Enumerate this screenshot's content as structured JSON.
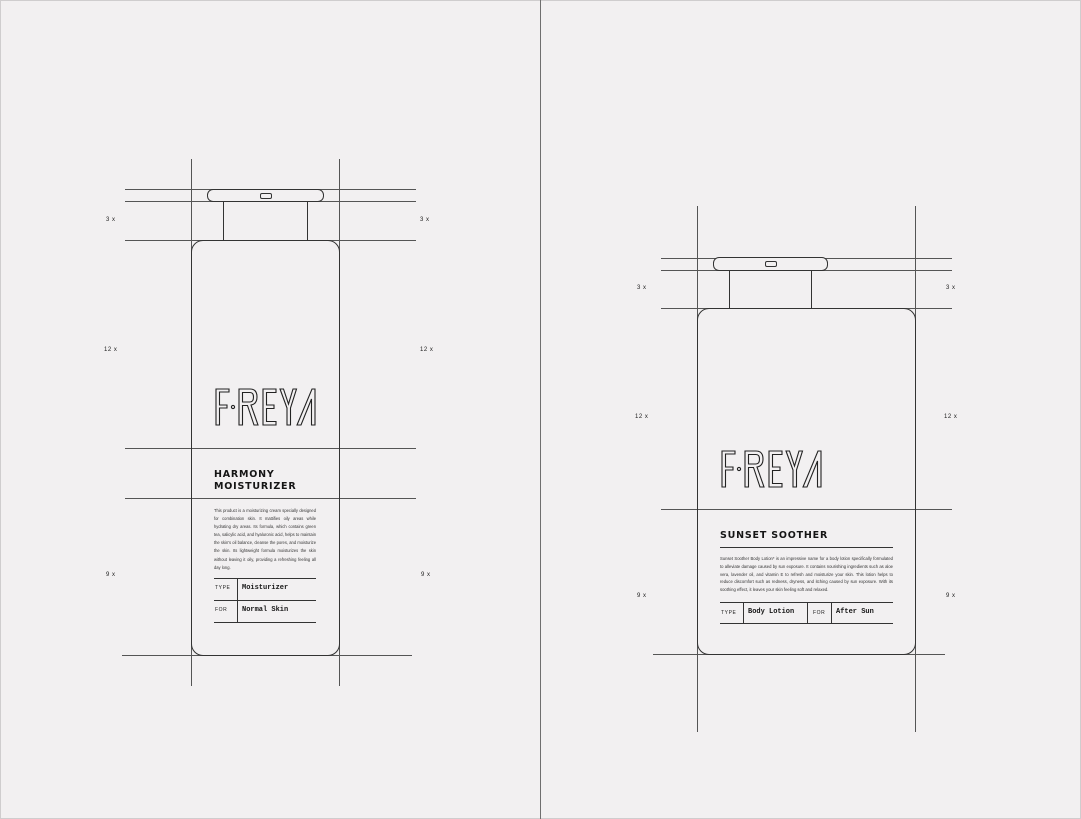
{
  "left_product": {
    "brand": "FREYA",
    "title_line1": "HARMONY",
    "title_line2": "MOISTURIZER",
    "description": "This product is a moisturizing cream specially designed for combination skin. It mattifies oily areas while hydrating dry areas. Its formula, which contains green tea, salicylic acid, and hyaluronic acid, helps to maintain the skin's oil balance, cleanse the pores, and moisturize the skin. Its lightweight formula moisturizes the skin without leaving it oily, providing a refreshing feeling all day long.",
    "type_label": "TYPE",
    "type_value": "Moisturizer",
    "for_label": "FOR",
    "for_value": "Normal Skin",
    "dims": {
      "cap": "3 x",
      "upper": "12 x",
      "lower": "9 x"
    }
  },
  "right_product": {
    "brand": "FREYA",
    "title": "SUNSET SOOTHER",
    "description": "Sunset Soother Body Lotion* is an impressive name for a body lotion specifically formulated to alleviate damage caused by sun exposure. It contains nourishing ingredients such as aloe vera, lavender oil, and vitamin E to refresh and moisturize your skin. This lotion helps to reduce discomfort such as redness, dryness, and itching caused by sun exposure. With its soothing effect, it leaves your skin feeling soft and relaxed.",
    "type_label": "TYPE",
    "type_value": "Body Lotion",
    "for_label": "FOR",
    "for_value": "After Sun",
    "dims": {
      "cap": "3 x",
      "upper": "12 x",
      "lower": "9 x"
    }
  },
  "colors": {
    "background": "#f2f0f1",
    "line": "#333333",
    "text": "#151515"
  }
}
